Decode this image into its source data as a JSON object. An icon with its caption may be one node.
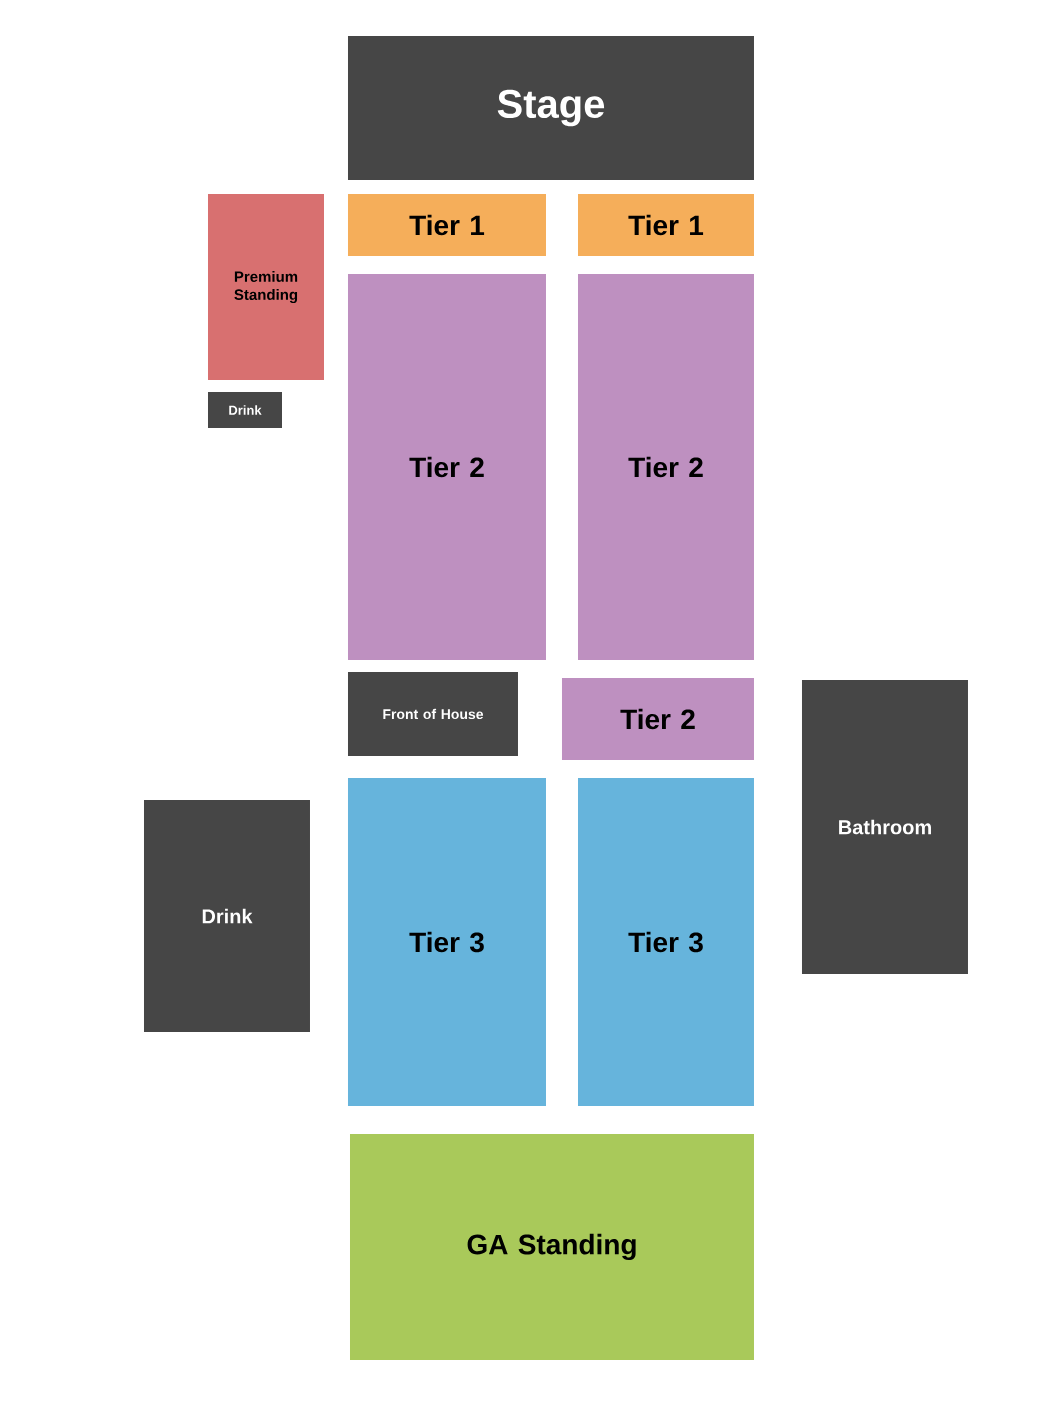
{
  "diagram": {
    "nodes": [
      {
        "text": [
          "Stage"
        ]
      },
      {
        "text": [
          "Tier 1"
        ]
      },
      {
        "text": [
          "Tier 1"
        ]
      },
      {
        "text": [
          "Premium Standing"
        ]
      },
      {
        "text": [
          "Drink"
        ]
      },
      {
        "text": [
          "Tier 2"
        ]
      },
      {
        "text": [
          "Tier 2"
        ]
      },
      {
        "text": [
          "Front of House"
        ]
      },
      {
        "text": [
          "Tier 2"
        ]
      },
      {
        "text": [
          "Bathroom"
        ]
      },
      {
        "text": [
          "Drink"
        ]
      },
      {
        "text": [
          "Tier 3"
        ]
      },
      {
        "text": [
          "Tier 3"
        ]
      },
      {
        "text": [
          "GA Standing"
        ]
      }
    ]
  }
}
